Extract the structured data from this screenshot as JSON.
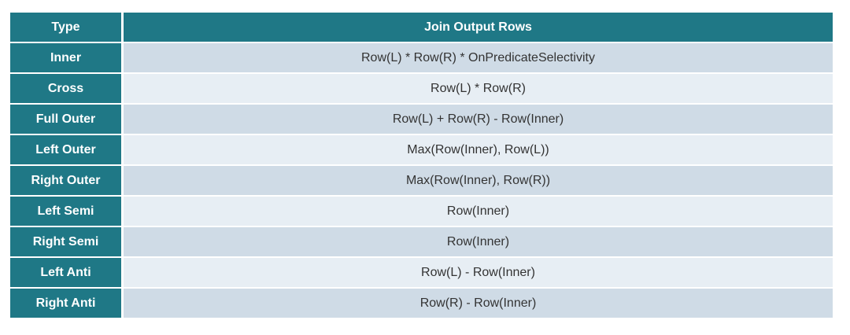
{
  "headers": {
    "type": "Type",
    "output": "Join Output Rows"
  },
  "rows": [
    {
      "type": "Inner",
      "output": "Row(L) * Row(R) * OnPredicateSelectivity"
    },
    {
      "type": "Cross",
      "output": "Row(L) * Row(R)"
    },
    {
      "type": "Full Outer",
      "output": "Row(L) + Row(R) - Row(Inner)"
    },
    {
      "type": "Left Outer",
      "output": "Max(Row(Inner), Row(L))"
    },
    {
      "type": "Right Outer",
      "output": "Max(Row(Inner), Row(R))"
    },
    {
      "type": "Left Semi",
      "output": "Row(Inner)"
    },
    {
      "type": "Right Semi",
      "output": "Row(Inner)"
    },
    {
      "type": "Left Anti",
      "output": "Row(L) - Row(Inner)"
    },
    {
      "type": "Right Anti",
      "output": "Row(R) - Row(Inner)"
    }
  ],
  "colors": {
    "header": "#1f7886",
    "row_odd": "#cfdbe6",
    "row_even": "#e7eef4"
  }
}
